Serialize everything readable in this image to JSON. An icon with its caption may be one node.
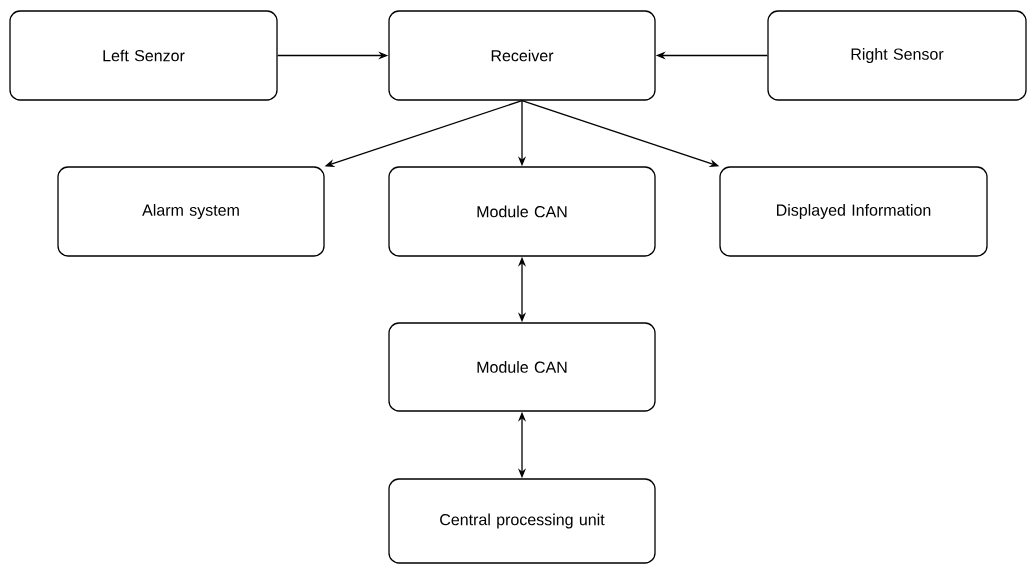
{
  "diagram": {
    "nodes": [
      {
        "text": [
          "Left Senzor"
        ]
      },
      {
        "text": [
          "Receiver"
        ]
      },
      {
        "text": [
          "Right Sensor"
        ]
      },
      {
        "text": [
          "Alarm system"
        ]
      },
      {
        "text": [
          "Module CAN"
        ]
      },
      {
        "text": [
          "Displayed Information"
        ]
      },
      {
        "text": [
          "Module CAN"
        ]
      },
      {
        "text": [
          "Central processing unit"
        ]
      }
    ],
    "edges": [
      {
        "from": 0,
        "to": 1,
        "arrow": "to"
      },
      {
        "from": 2,
        "to": 1,
        "arrow": "to"
      },
      {
        "from": 1,
        "to": 3,
        "arrow": "to"
      },
      {
        "from": 1,
        "to": 4,
        "arrow": "to"
      },
      {
        "from": 1,
        "to": 5,
        "arrow": "to"
      },
      {
        "from": 4,
        "to": 6,
        "arrow": "both"
      },
      {
        "from": 6,
        "to": 7,
        "arrow": "both"
      }
    ]
  }
}
